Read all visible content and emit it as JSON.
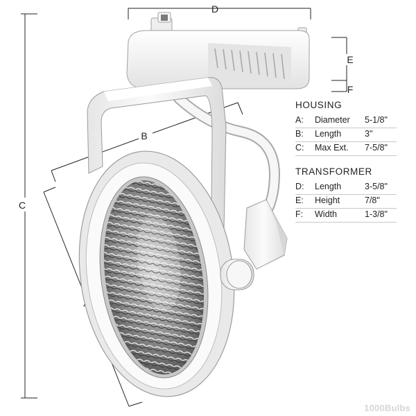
{
  "dimension_labels": {
    "A": "A",
    "B": "B",
    "C": "C",
    "D": "D",
    "E": "E",
    "F": "F"
  },
  "housing": {
    "title": "HOUSING",
    "rows": [
      {
        "letter": "A:",
        "label": "Diameter",
        "value": "5-1/8\""
      },
      {
        "letter": "B:",
        "label": "Length",
        "value": "3\""
      },
      {
        "letter": "C:",
        "label": "Max Ext.",
        "value": "7-5/8\""
      }
    ]
  },
  "transformer": {
    "title": "TRANSFORMER",
    "rows": [
      {
        "letter": "D:",
        "label": "Length",
        "value": "3-5/8\""
      },
      {
        "letter": "E:",
        "label": "Height",
        "value": "7/8\""
      },
      {
        "letter": "F:",
        "label": "Width",
        "value": "1-3/8\""
      }
    ]
  },
  "watermark": "1000Bulbs",
  "colors": {
    "fixture_white": "#f4f4f4",
    "outline": "#9a9a9a",
    "reflector": "#7a7a7a",
    "line": "#222222"
  }
}
